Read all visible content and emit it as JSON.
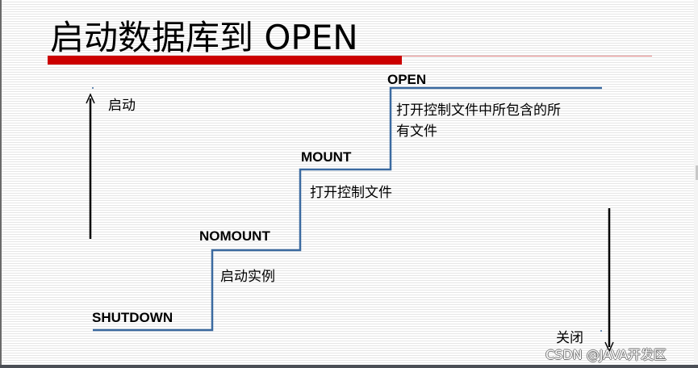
{
  "slide": {
    "title": "启动数据库到 OPEN",
    "colors": {
      "accent_red": "#cc0000",
      "step_line": "#3b6aa0",
      "arrow": "#000000"
    }
  },
  "stages": [
    {
      "label": "SHUTDOWN",
      "description": ""
    },
    {
      "label": "NOMOUNT",
      "description": "启动实例"
    },
    {
      "label": "MOUNT",
      "description": "打开控制文件"
    },
    {
      "label": "OPEN",
      "description": "打开控制文件中所包含的所有文件"
    }
  ],
  "open_desc_lines": [
    "打开控制文件中所包含的所",
    "有文件"
  ],
  "arrows": {
    "up": {
      "label": "启动",
      "icon": "arrow-up-icon"
    },
    "down": {
      "label": "关闭",
      "icon": "arrow-down-icon"
    }
  },
  "watermark": "CSDN @JAVA开发区"
}
